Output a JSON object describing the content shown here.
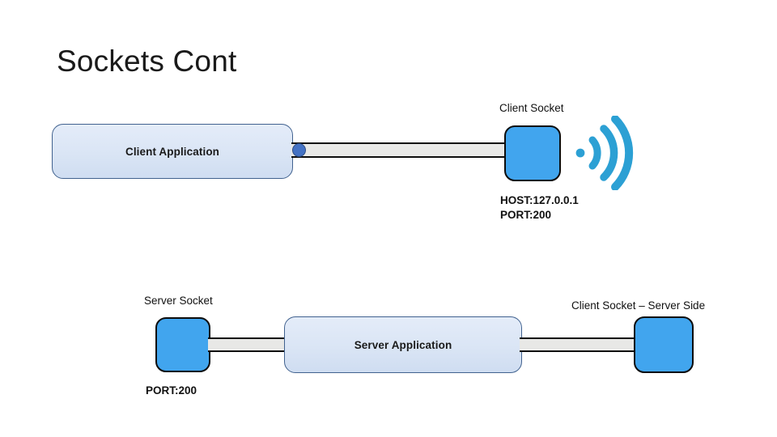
{
  "slide": {
    "title": "Sockets Cont",
    "background_color": "#ffffff"
  },
  "colors": {
    "socket_blue": "#41a5ee",
    "wifi_blue": "#2ca0d4",
    "app_box_fill": "#dde7f6",
    "app_box_border": "#41628f",
    "connector_fill": "#e8e8e6",
    "connector_dot": "#4472c4",
    "text": "#111111"
  },
  "client_row": {
    "application_label": "Client Application",
    "socket_label": "Client Socket",
    "host_line": "HOST:127.0.0.1",
    "port_line": "PORT:200",
    "wifi_icon_name": "wifi-signal-icon"
  },
  "server_row": {
    "server_socket_label": "Server Socket",
    "server_socket_port": "PORT:200",
    "application_label": "Server Application",
    "client_socket_server_side_label": "Client Socket – Server Side"
  }
}
